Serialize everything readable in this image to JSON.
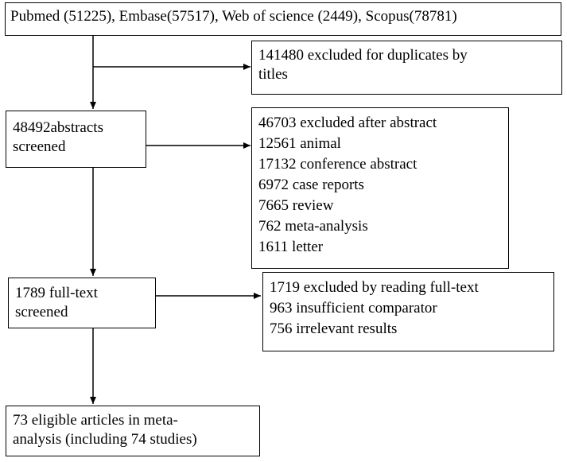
{
  "sources": {
    "text": "Pubmed (51225), Embase(57517), Web of science (2449), Scopus(78781)"
  },
  "duplicates": {
    "lines": [
      "141480 excluded for duplicates by",
      "titles"
    ]
  },
  "abstracts": {
    "lines": [
      "48492abstracts",
      "screened"
    ]
  },
  "abstract_exclusions": {
    "lines": [
      "46703 excluded after abstract",
      "12561 animal",
      "17132 conference abstract",
      "6972 case reports",
      "7665 review",
      "762 meta-analysis",
      "1611 letter"
    ]
  },
  "fulltext": {
    "lines": [
      "1789 full-text",
      "screened"
    ]
  },
  "fulltext_exclusions": {
    "lines": [
      "1719 excluded by reading full-text",
      "963 insufficient  comparator",
      "756 irrelevant results"
    ]
  },
  "eligible": {
    "lines": [
      "73 eligible articles in meta-",
      "analysis (including 74 studies)"
    ]
  }
}
